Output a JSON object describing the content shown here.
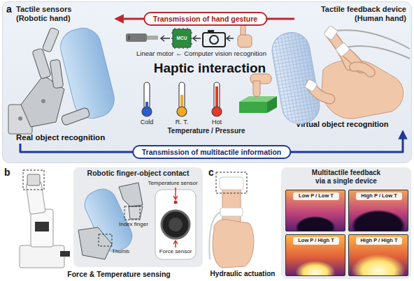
{
  "diagram": {
    "nodes": [
      {
        "text": [
          "a"
        ]
      },
      {
        "text": [
          "Tactile sensors (Robotic hand)",
          "Real object recognition"
        ],
        "in": 0
      },
      {
        "text": [
          "Tactile feedback device (Human hand)",
          "Virtual object recognition"
        ],
        "in": 0
      },
      {
        "text": [
          "Robotic finger-object contact"
        ]
      },
      {
        "text": [
          "Multitactile feedback via a single device"
        ]
      },
      {
        "text": [
          "Low P / Low T"
        ],
        "in": 4
      },
      {
        "text": [
          "High P / Low T"
        ],
        "in": 4
      },
      {
        "text": [
          "Low P / High T"
        ],
        "in": 4
      },
      {
        "text": [
          "High P / High T"
        ],
        "in": 4
      }
    ],
    "edges": [
      {
        "from": 2,
        "to": 1,
        "label": "Transmission of hand gesture",
        "arrow": "to"
      },
      {
        "from": 1,
        "to": 2,
        "label": "Transmission of multitactile information",
        "arrow": "to"
      }
    ],
    "labels": [
      "Haptic interaction",
      "Linear motor ← Computer vision recognition",
      "MCU",
      "Cold",
      "R. T.",
      "Hot",
      "Temperature / Pressure",
      "b",
      "Index finger",
      "Thumb",
      "Temperature sensor",
      "Force sensor",
      "Force & Temperature sensing",
      "c",
      "Hydraulic actuation"
    ]
  }
}
